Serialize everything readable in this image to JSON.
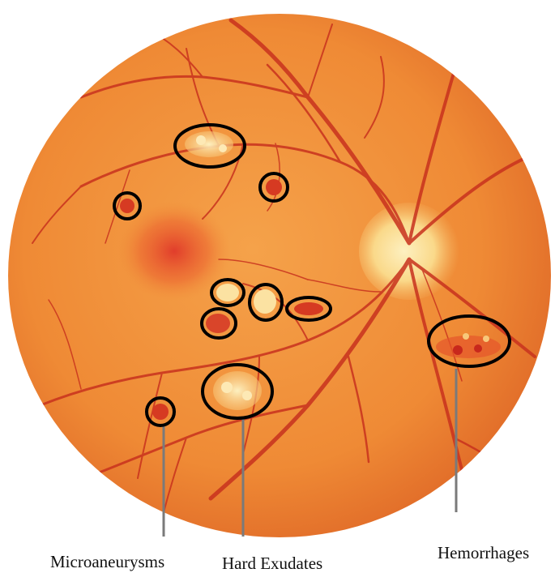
{
  "labels": {
    "microaneurysms": "Microaneurysms",
    "hard_exudates": "Hard Exudates",
    "hemorrhages": "Hemorrhages"
  },
  "colors": {
    "fundus_base": "#f08a30",
    "fundus_edge": "#e8702a",
    "vessel": "#c8321e",
    "macula": "#e2442a",
    "optic_disc": "#fbe3a0",
    "exudate": "#fbe2a2",
    "lesion_red": "#d63a22",
    "outline": "#000000",
    "leader_line": "#7a7a7a"
  }
}
